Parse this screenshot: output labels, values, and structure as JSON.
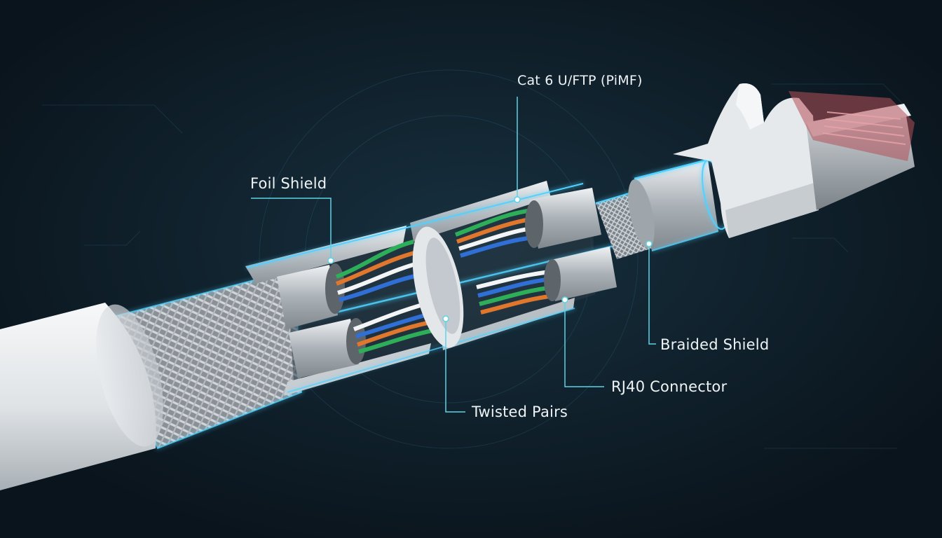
{
  "diagram": {
    "callouts": {
      "cat6": "Cat 6 U/FTP (PiMF)",
      "foil": "Foil Shield",
      "braided": "Braided Shield",
      "rj": "RJ40 Connector",
      "twisted": "Twisted Pairs"
    },
    "colors": {
      "background": "#0b1620",
      "leader_line": "#5fd3e6",
      "glow": "#34c6ff",
      "jacket": "#e9ecef",
      "foil": "#c9ced3",
      "wire_green": "#2fae5a",
      "wire_orange": "#e0772c",
      "wire_blue": "#2f6fd6",
      "wire_white": "#f2f4f6",
      "plug_contacts": "#b4505a"
    }
  }
}
